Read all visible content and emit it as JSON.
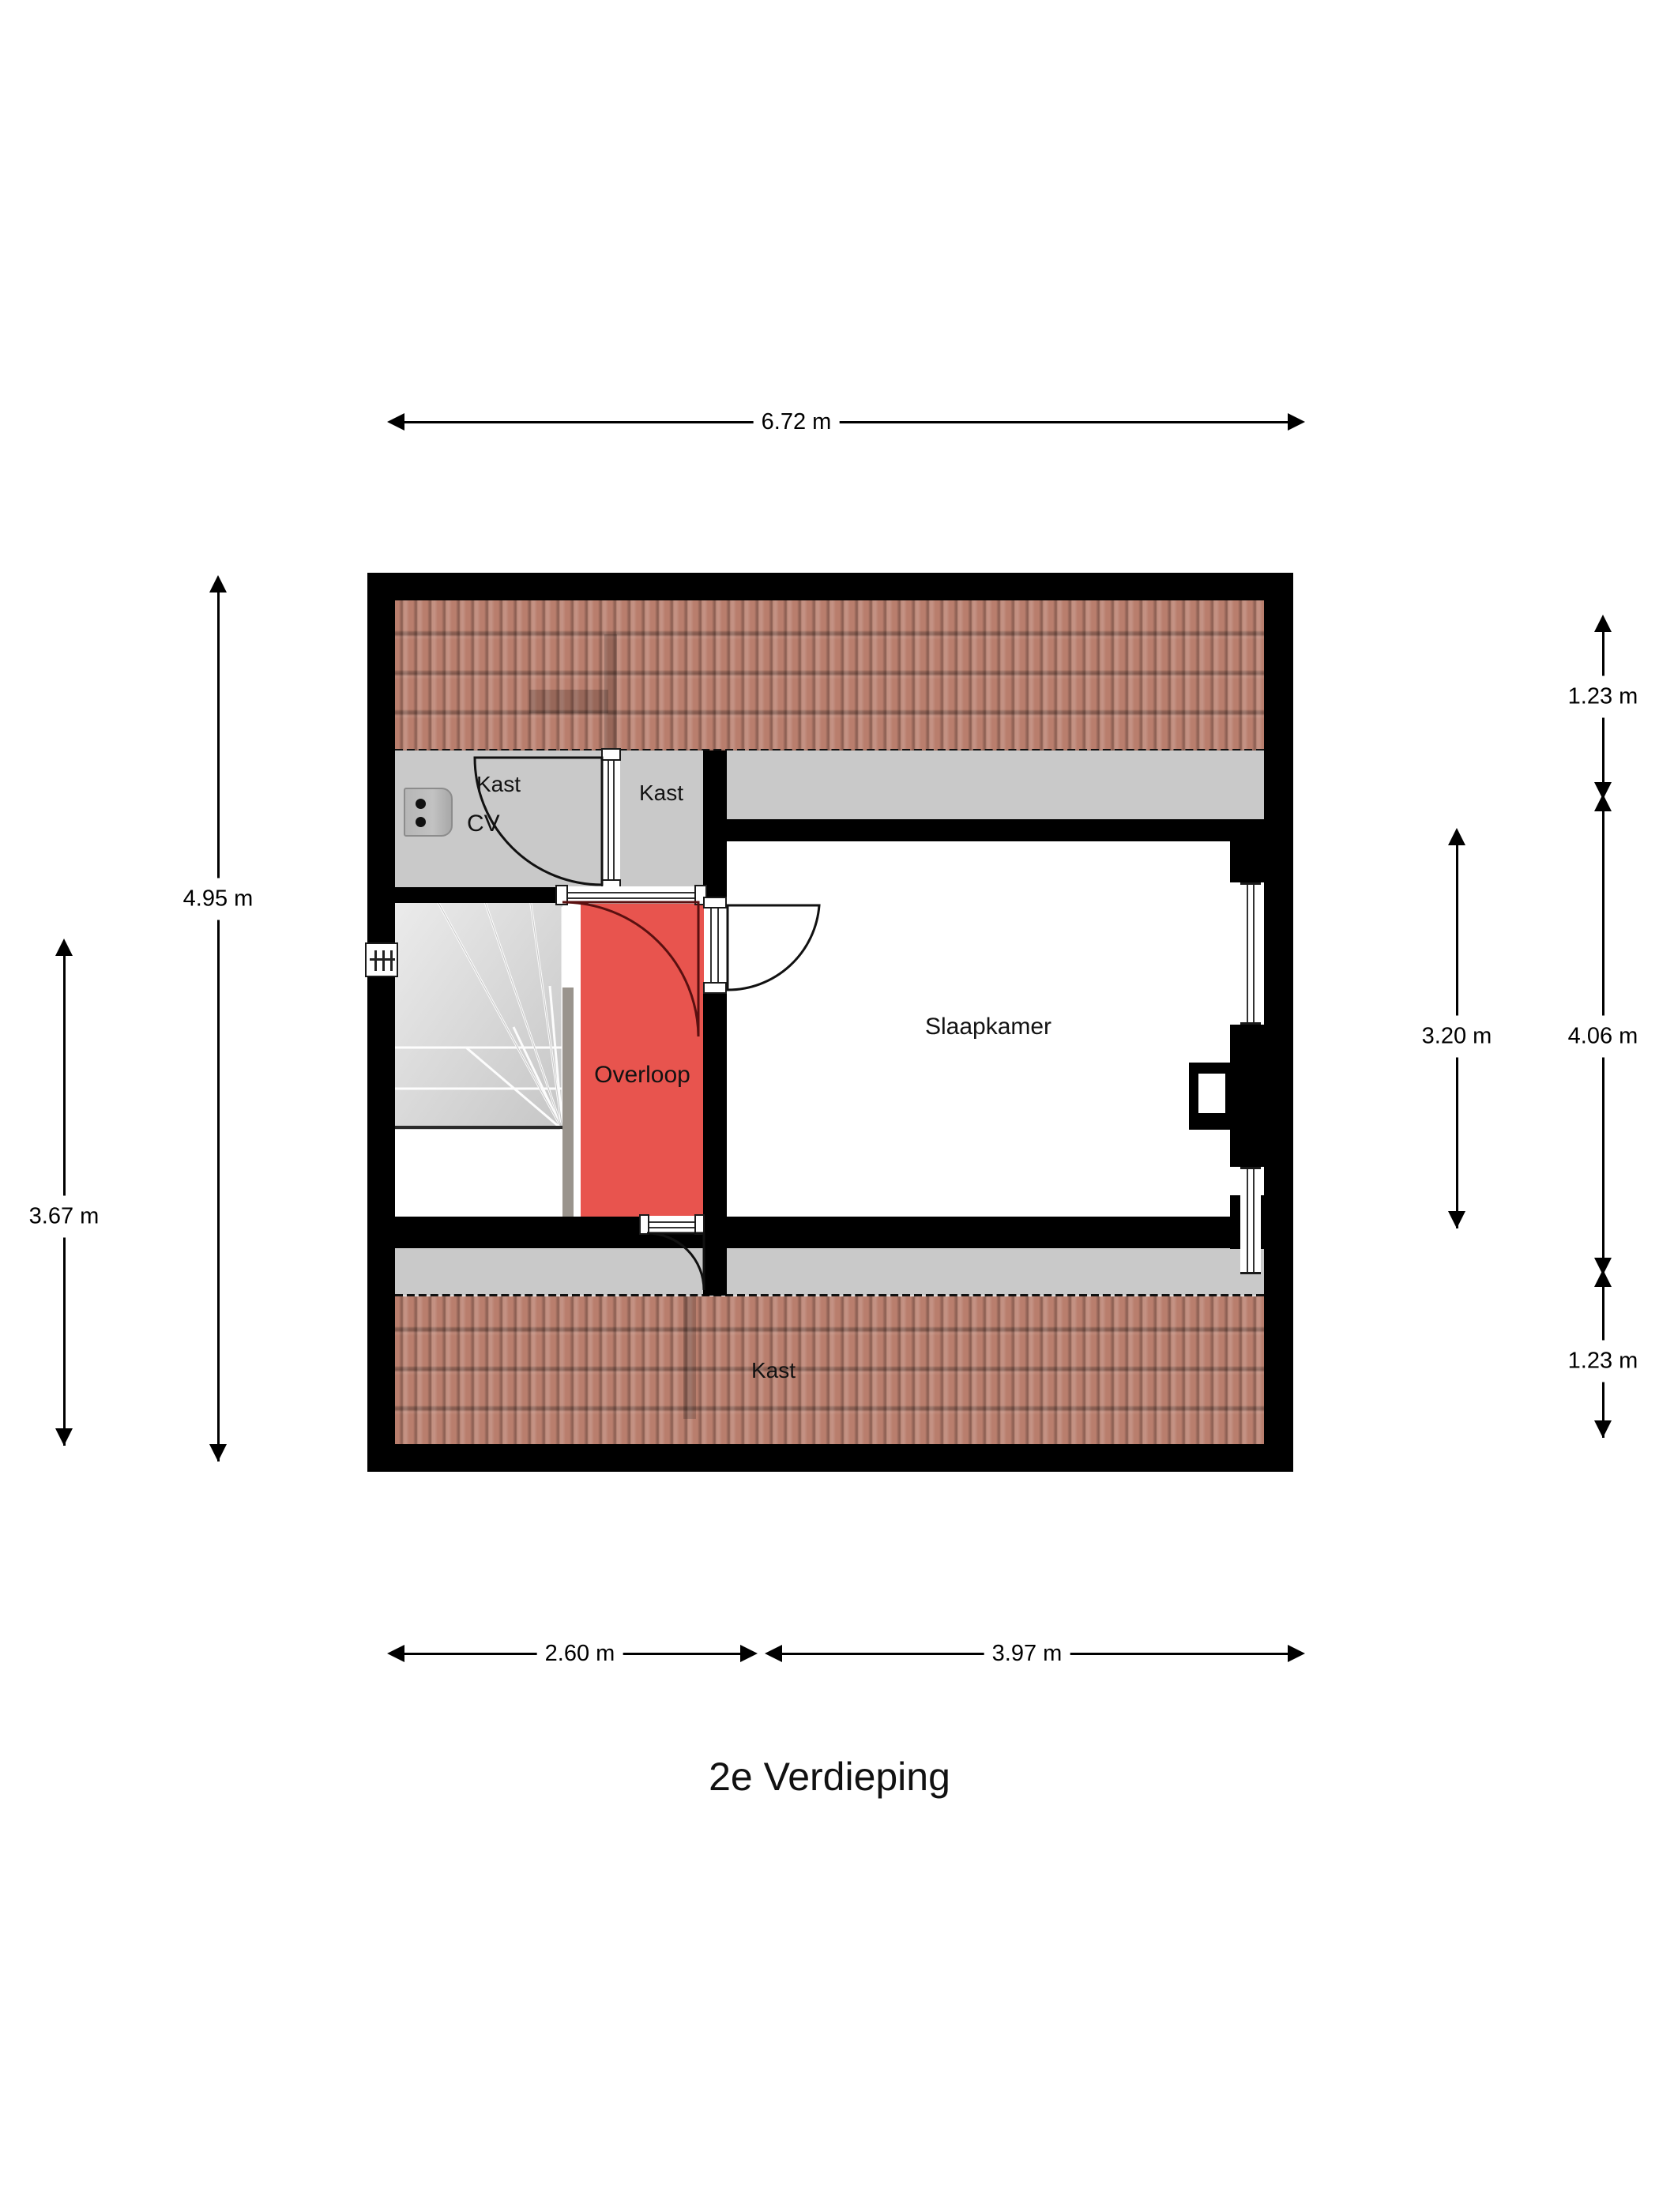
{
  "plan": {
    "title": "2e Verdieping",
    "rooms": [
      {
        "name": "Slaapkamer",
        "label": "Slaapkamer"
      },
      {
        "name": "Overloop",
        "label": "Overloop"
      },
      {
        "name": "Kast-cv",
        "label": "Kast"
      },
      {
        "name": "Kast-small",
        "label": "Kast"
      },
      {
        "name": "Kast-bottom",
        "label": "Kast"
      }
    ],
    "fixtures": [
      {
        "name": "cv-boiler",
        "label": "CV"
      }
    ],
    "colors": {
      "wall": "#000000",
      "overloop_fill": "#e8544e",
      "closet_fill": "#c9c9c9",
      "room_fill": "#ffffff",
      "roof_tile": "#b97e6d",
      "text": "#111111"
    }
  },
  "dimensions": {
    "top": [
      {
        "name": "overall-width",
        "value": "6.72 m"
      }
    ],
    "bottom": [
      {
        "name": "left-span",
        "value": "2.60 m"
      },
      {
        "name": "right-span",
        "value": "3.97 m"
      }
    ],
    "left_inner": [
      {
        "name": "left-upper-depth",
        "value": "4.95 m"
      }
    ],
    "left_outer": [
      {
        "name": "left-lower-depth",
        "value": "3.67 m"
      }
    ],
    "right_inner": [
      {
        "name": "bedroom-depth",
        "value": "3.20 m"
      }
    ],
    "right_outer": [
      {
        "name": "roof-top-depth",
        "value": "1.23 m"
      },
      {
        "name": "overall-depth",
        "value": "4.06 m"
      },
      {
        "name": "roof-bottom-depth",
        "value": "1.23 m"
      }
    ]
  },
  "labels": {
    "slaapkamer": "Slaapkamer",
    "overloop": "Overloop",
    "kast_cv": "Kast",
    "kast_small": "Kast",
    "kast_bottom": "Kast",
    "cv": "CV"
  }
}
